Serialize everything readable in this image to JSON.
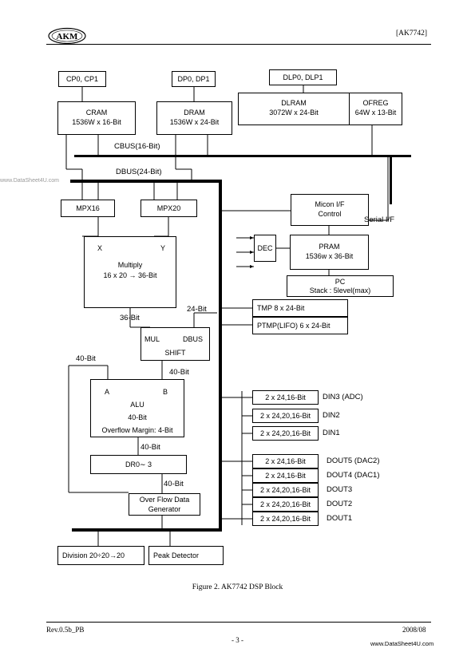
{
  "header": {
    "logo_text": "AKM",
    "doc_code": "[AK7742]"
  },
  "watermark_left": "www.DataSheet4U.com",
  "blocks": {
    "cp": "CP0, CP1",
    "dp": "DP0, DP1",
    "dlp": "DLP0, DLP1",
    "cram_title": "CRAM",
    "cram_size": "1536W x 16-Bit",
    "dram_title": "DRAM",
    "dram_size": "1536W x 24-Bit",
    "dlram_title": "DLRAM",
    "dlram_size": "3072W x 24-Bit",
    "ofreg_title": "OFREG",
    "ofreg_size": "64W x 13-Bit",
    "mpx16": "MPX16",
    "mpx20": "MPX20",
    "micon_line1": "Micon I/F",
    "micon_line2": "Control",
    "dec": "DEC",
    "pram_title": "PRAM",
    "pram_size": "1536w x 36-Bit",
    "pc_title": "PC",
    "pc_stack": "Stack : 5level(max)",
    "mult_x": "X",
    "mult_y": "Y",
    "mult_title": "Multiply",
    "mult_desc": "16 x 20 → 36-Bit",
    "tmp": "TMP   8 x 24-Bit",
    "ptmp": "PTMP(LIFO) 6 x 24-Bit",
    "mul": "MUL",
    "dbus_in": "DBUS",
    "shift": "SHIFT",
    "alu_a": "A",
    "alu_b": "B",
    "alu_title": "ALU",
    "alu_bits": "40-Bit",
    "alu_ovf": "Overflow Margin: 4-Bit",
    "dr": "DR0∼ 3",
    "ovf_line1": "Over Flow Data",
    "ovf_line2": "Generator",
    "division": "Division   20÷20→20",
    "peak": "Peak Detector"
  },
  "bus_labels": {
    "cbus": "CBUS(16-Bit)",
    "dbus": "DBUS(24-Bit)",
    "serial": "Serial I/F",
    "bits36": "36-Bit",
    "bits24": "24-Bit",
    "bits40_left": "40-Bit",
    "bits40_alu": "40-Bit",
    "bits40_dr": "40-Bit",
    "bits40_ovf": "40-Bit"
  },
  "io": [
    {
      "reg": "2 x 24,16-Bit",
      "name": "DIN3 (ADC)"
    },
    {
      "reg": "2 x 24,20,16-Bit",
      "name": "DIN2"
    },
    {
      "reg": "2 x 24,20,16-Bit",
      "name": "DIN1"
    },
    {
      "reg": "2 x 24,16-Bit",
      "name": "DOUT5 (DAC2)"
    },
    {
      "reg": "2 x 24,16-Bit",
      "name": "DOUT4 (DAC1)"
    },
    {
      "reg": "2 x 24,20,16-Bit",
      "name": "DOUT3"
    },
    {
      "reg": "2 x 24,20,16-Bit",
      "name": "DOUT2"
    },
    {
      "reg": "2 x 24,20,16-Bit",
      "name": "DOUT1"
    }
  ],
  "caption": "Figure 2. AK7742 DSP Block",
  "footer": {
    "rev": "Rev.0.5b_PB",
    "date": "2008/08",
    "page": "- 3 -",
    "site": "www.DataSheet4U.com"
  }
}
